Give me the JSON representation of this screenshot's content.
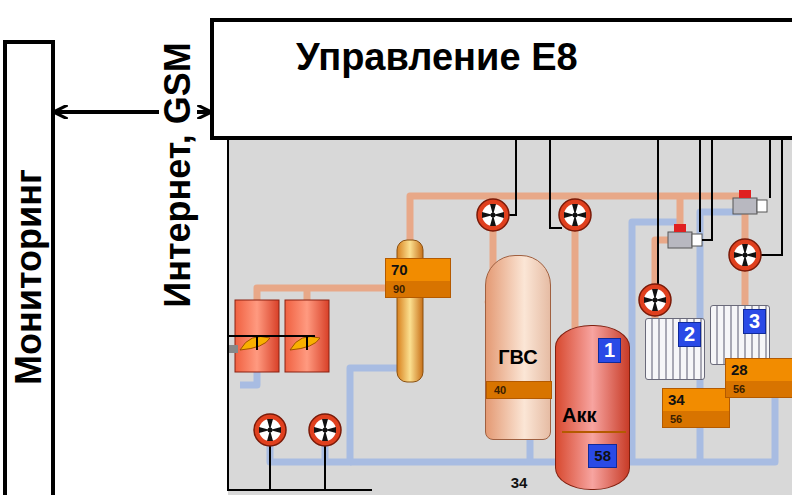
{
  "diagram": {
    "nodes": [
      {
        "text": [
          "Управление E8"
        ]
      },
      {
        "text": [
          "Мониторинг"
        ]
      },
      {
        "text": [
          "ГВС"
        ]
      },
      {
        "text": [
          "34",
          "40"
        ],
        "in": 2
      },
      {
        "text": [
          "1",
          "Акк"
        ]
      },
      {
        "text": [
          "58"
        ],
        "in": 4
      },
      {
        "text": [
          "70",
          "90"
        ]
      },
      {
        "text": [
          "2"
        ]
      },
      {
        "text": [
          "34",
          "56"
        ]
      },
      {
        "text": [
          "3"
        ]
      },
      {
        "text": [
          "28",
          "56"
        ]
      }
    ],
    "edges": [
      {
        "from": 1,
        "to": 0,
        "arrow": "both",
        "label": "Интернет, GSM"
      }
    ]
  }
}
